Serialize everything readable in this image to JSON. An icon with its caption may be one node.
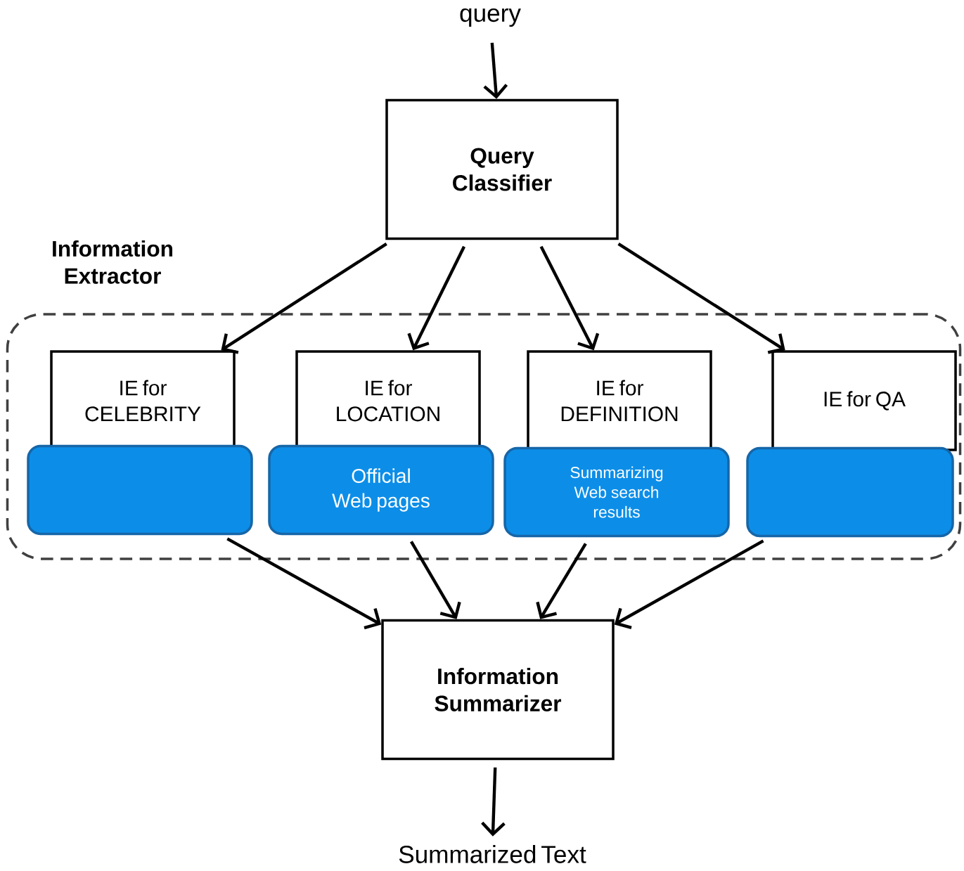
{
  "diagram": {
    "nodes": [
      {
        "text": [
          "query"
        ]
      },
      {
        "text": [
          "Query Classifier"
        ]
      },
      {
        "text": [
          "Information Extractor"
        ]
      },
      {
        "text": [
          "IE for CELEBRITY"
        ],
        "in": 2
      },
      {
        "text": [],
        "shape": "box",
        "in": 2
      },
      {
        "text": [
          "IE for LOCATION"
        ],
        "in": 2
      },
      {
        "text": [
          "Official Web pages"
        ],
        "in": 2
      },
      {
        "text": [
          "IE for DEFINITION"
        ],
        "in": 2
      },
      {
        "text": [
          "Summarizing Web search results"
        ],
        "in": 2
      },
      {
        "text": [
          "IE for QA"
        ],
        "in": 2
      },
      {
        "text": [],
        "shape": "box",
        "in": 2
      },
      {
        "text": [
          "Information Summarizer"
        ]
      },
      {
        "text": [
          "Summarized Text"
        ]
      }
    ],
    "edges": [
      {
        "from": 0,
        "to": 1,
        "arrow": "to"
      },
      {
        "from": 1,
        "to": 3,
        "arrow": "to"
      },
      {
        "from": 1,
        "to": 5,
        "arrow": "to"
      },
      {
        "from": 1,
        "to": 7,
        "arrow": "to"
      },
      {
        "from": 1,
        "to": 9,
        "arrow": "to"
      },
      {
        "from": 4,
        "to": 11,
        "arrow": "to"
      },
      {
        "from": 6,
        "to": 11,
        "arrow": "to"
      },
      {
        "from": 8,
        "to": 11,
        "arrow": "to"
      },
      {
        "from": 10,
        "to": 11,
        "arrow": "to"
      },
      {
        "from": 11,
        "to": 12,
        "arrow": "to"
      }
    ]
  }
}
